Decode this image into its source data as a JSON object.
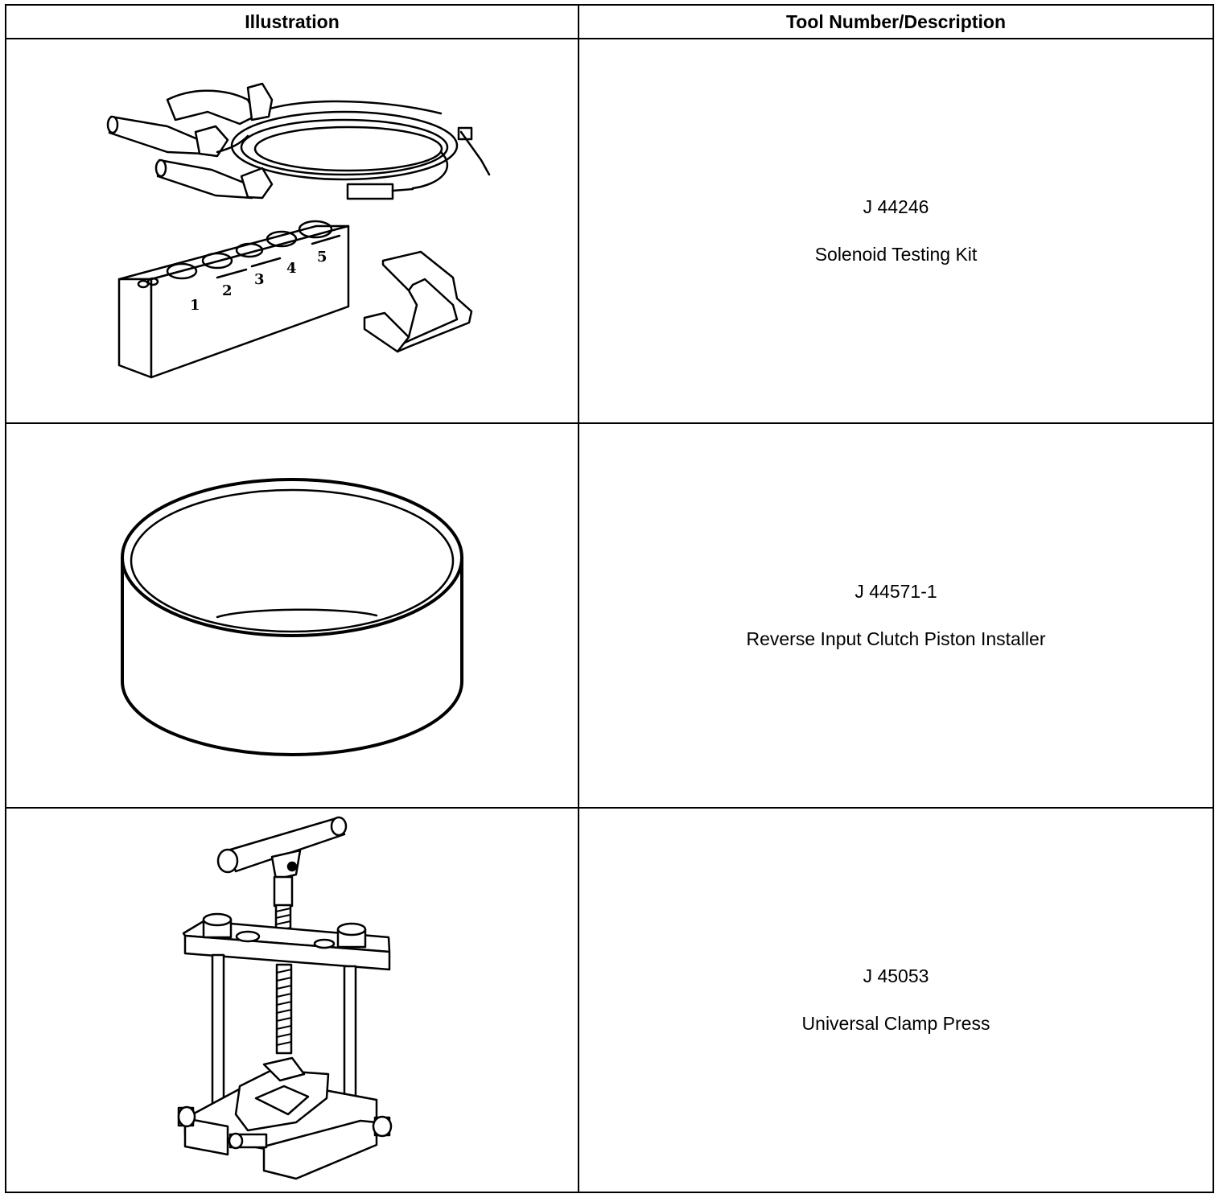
{
  "table": {
    "headers": {
      "illustration": "Illustration",
      "tool": "Tool Number/Description"
    },
    "rows": [
      {
        "number": "J 44246",
        "description": "Solenoid Testing Kit",
        "illustration_icon": "solenoid-testing-kit-icon",
        "block_labels": [
          "1",
          "2",
          "3",
          "4",
          "5"
        ]
      },
      {
        "number": "J 44571-1",
        "description": "Reverse Input Clutch Piston Installer",
        "illustration_icon": "piston-installer-ring-icon"
      },
      {
        "number": "J 45053",
        "description": "Universal Clamp Press",
        "illustration_icon": "clamp-press-icon"
      }
    ]
  }
}
